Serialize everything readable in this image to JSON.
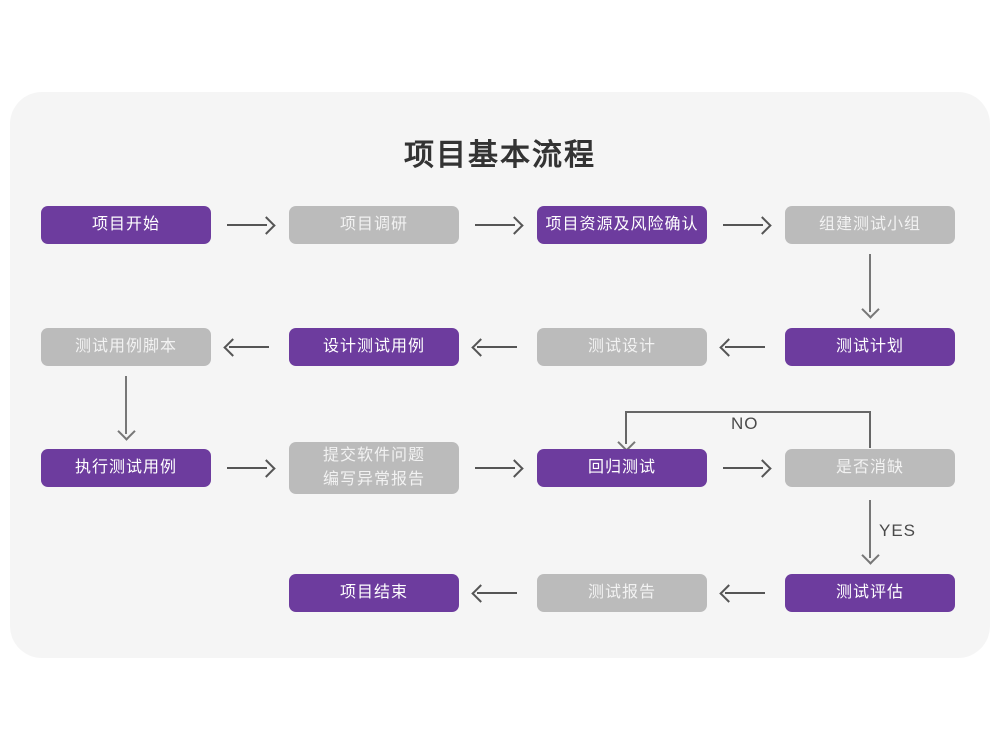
{
  "page": {
    "title": "项目基本流程",
    "background_color": "#ffffff",
    "panel_color": "#f5f5f5"
  },
  "palette": {
    "accent_purple": "#6d3c9e",
    "muted_gray": "#bbbbbb",
    "arrow_color": "#555555",
    "title_color": "#333333"
  },
  "flow": {
    "nodes": [
      {
        "id": "n1",
        "label": "项目开始",
        "style": "purple"
      },
      {
        "id": "n2",
        "label": "项目调研",
        "style": "gray"
      },
      {
        "id": "n3",
        "label": "项目资源及风险确认",
        "style": "purple"
      },
      {
        "id": "n4",
        "label": "组建测试小组",
        "style": "gray"
      },
      {
        "id": "n5",
        "label": "测试计划",
        "style": "purple"
      },
      {
        "id": "n6",
        "label": "测试设计",
        "style": "gray"
      },
      {
        "id": "n7",
        "label": "设计测试用例",
        "style": "purple"
      },
      {
        "id": "n8",
        "label": "测试用例脚本",
        "style": "gray"
      },
      {
        "id": "n9",
        "label": "执行测试用例",
        "style": "purple"
      },
      {
        "id": "n10",
        "label": "提交软件问题\n编写异常报告",
        "style": "gray"
      },
      {
        "id": "n11",
        "label": "回归测试",
        "style": "purple"
      },
      {
        "id": "n12",
        "label": "是否消缺",
        "style": "gray"
      },
      {
        "id": "n13",
        "label": "测试评估",
        "style": "purple"
      },
      {
        "id": "n14",
        "label": "测试报告",
        "style": "gray"
      },
      {
        "id": "n15",
        "label": "项目结束",
        "style": "purple"
      }
    ],
    "edge_labels": {
      "no": "NO",
      "yes": "YES"
    }
  }
}
